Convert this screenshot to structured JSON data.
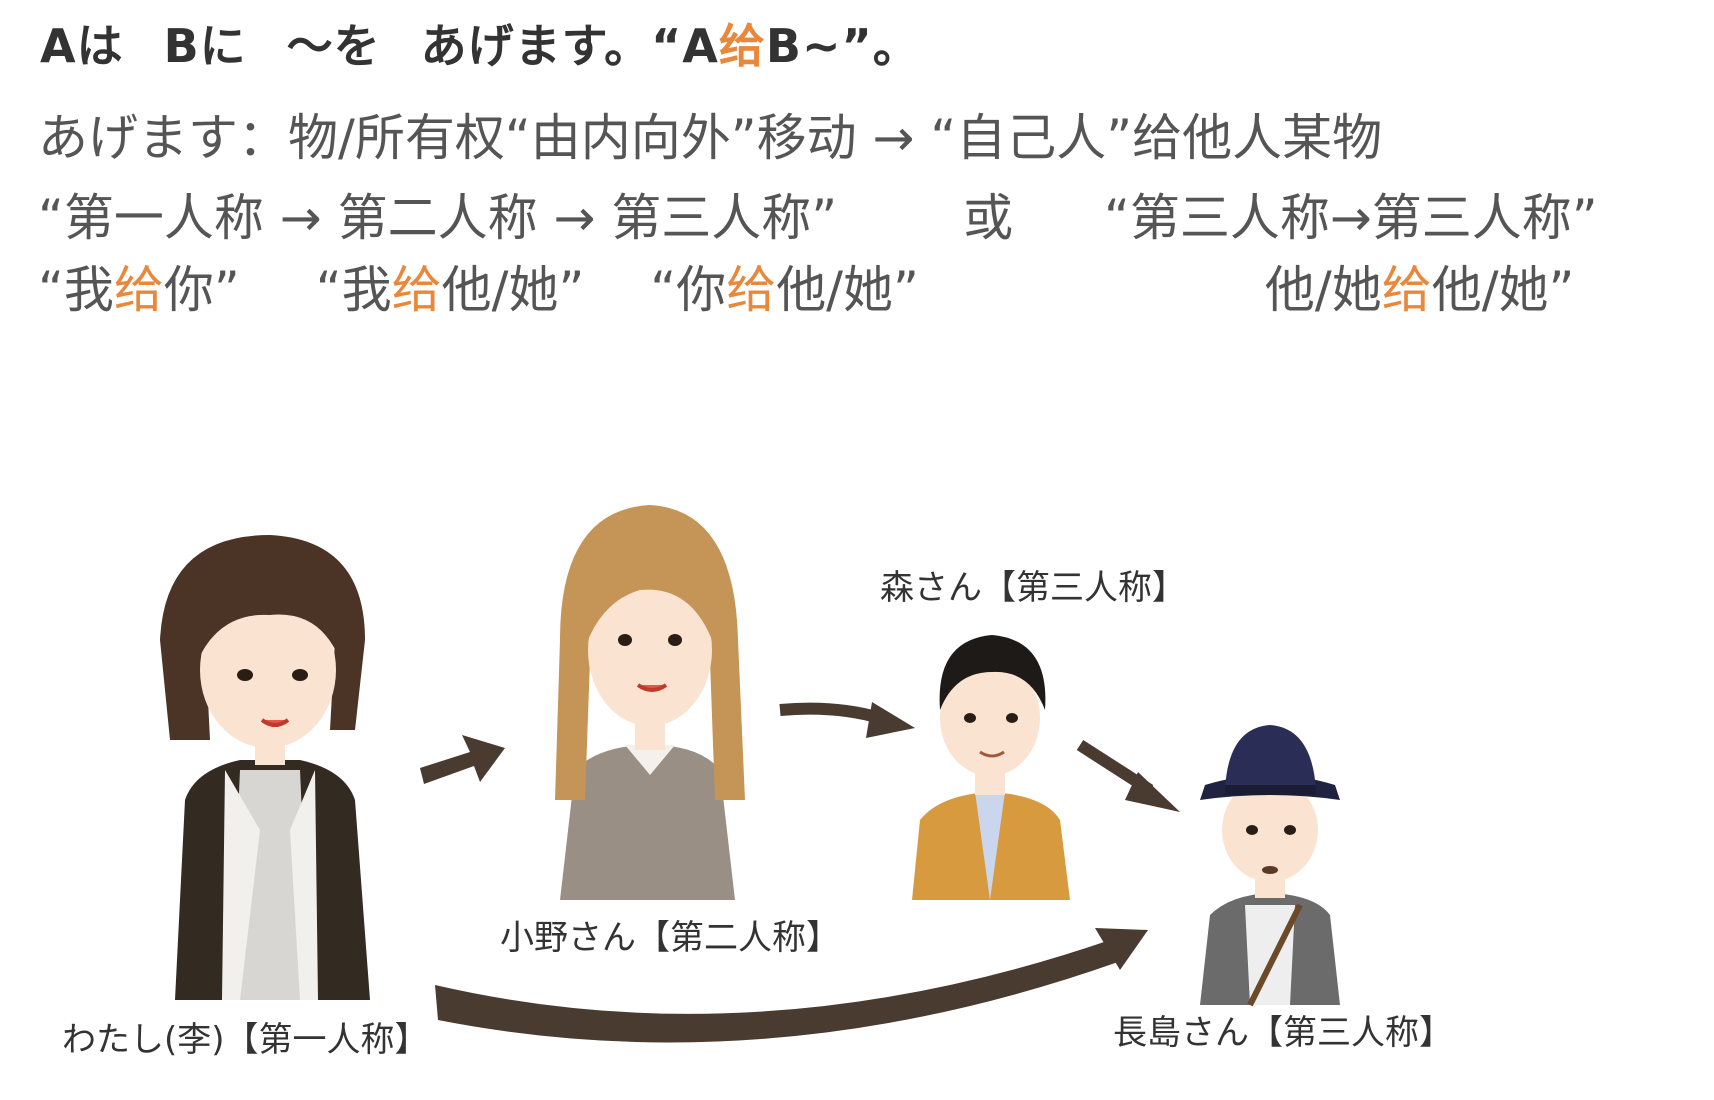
{
  "title": {
    "part1": "Aは",
    "part2": "Bに",
    "part3": "〜を",
    "part4": "あげます。“A",
    "highlight": "给",
    "part5": "B~”。"
  },
  "line_definition": "あげます：物/所有权“由内向外”移动 → “自己人”给他人某物",
  "line_persons": {
    "left": "“第一人称 → 第二人称 → 第三人称”",
    "middle": "或",
    "right": "“第三人称→第三人称”"
  },
  "line_examples": {
    "ex1_a": "“我",
    "ex1_b": "给",
    "ex1_c": "你”",
    "ex2_a": "“我",
    "ex2_b": "给",
    "ex2_c": "他/她”",
    "ex3_a": "“你",
    "ex3_b": "给",
    "ex3_c": "他/她”",
    "ex4_a": "他/她",
    "ex4_b": "给",
    "ex4_c": "他/她”"
  },
  "labels": {
    "watashi": "わたし(李)【第一人称】",
    "ono": "小野さん【第二人称】",
    "mori": "森さん【第三人称】",
    "nagashima": "長島さん【第三人称】"
  },
  "colors": {
    "accent": "#e9883a",
    "arrow": "#4a3b30"
  }
}
